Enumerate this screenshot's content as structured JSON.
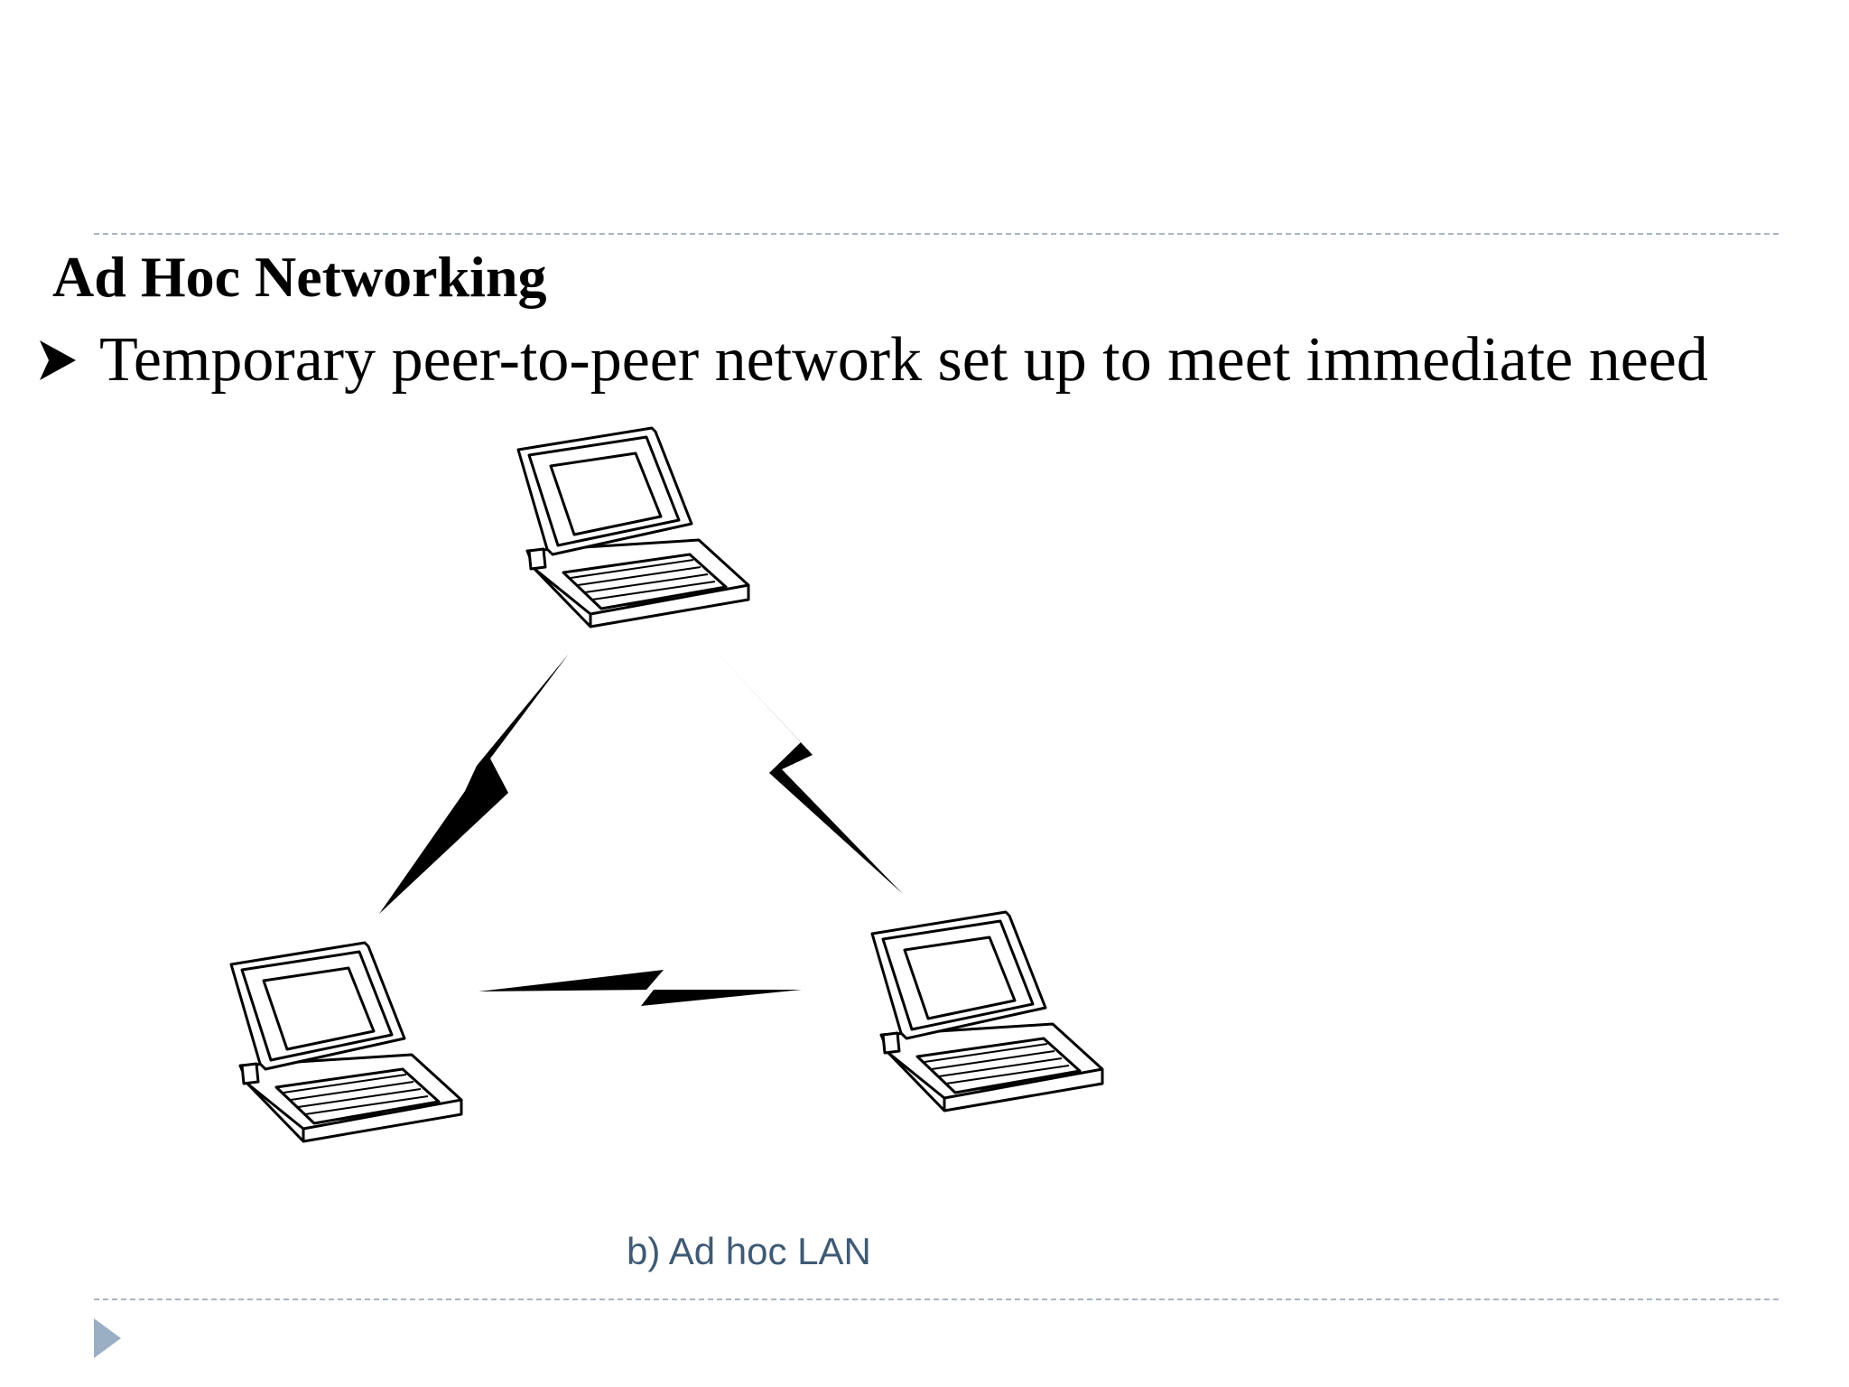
{
  "slide": {
    "heading": "Ad Hoc Networking",
    "bullet": {
      "icon": "arrowhead-bullet-icon",
      "text": "Temporary peer-to-peer network set up to meet immediate need"
    },
    "diagram": {
      "nodes": [
        "laptop-top",
        "laptop-bottom-left",
        "laptop-bottom-right"
      ],
      "links": [
        [
          "laptop-top",
          "laptop-bottom-left"
        ],
        [
          "laptop-top",
          "laptop-bottom-right"
        ],
        [
          "laptop-bottom-left",
          "laptop-bottom-right"
        ]
      ],
      "link_style": "wireless-lightning"
    },
    "caption": "b) Ad hoc LAN",
    "nav_icon": "triangle-next-icon"
  },
  "colors": {
    "divider": "#a9b6c6",
    "caption": "#3e5a75",
    "nav_arrow": "#9aaec4"
  }
}
